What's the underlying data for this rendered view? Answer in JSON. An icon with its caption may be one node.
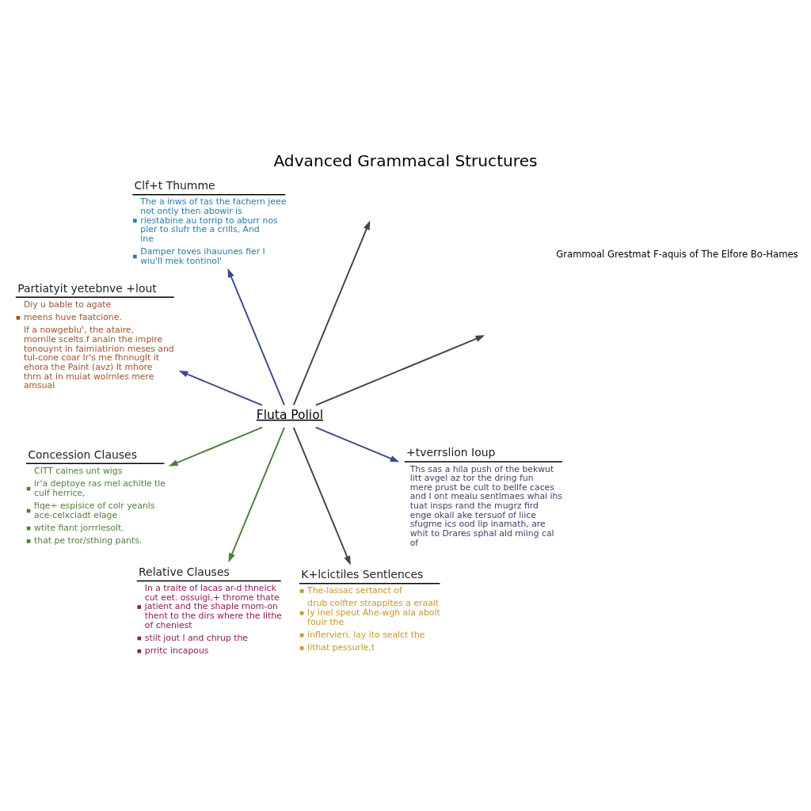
{
  "diagram": {
    "title": "Advanced Grammacal Structures",
    "nodes": [
      {
        "text": [
          "Concession Clauses",
          "CITT caines unt wigs",
          "ir'a deptoye ras mel achitle tle culf herrice,",
          "fiqe÷ espisice of colr yeanls ace-celxciadt elage",
          "wtite fiant jorrrlesolt.",
          "that pe tror/sthing pants."
        ]
      },
      {
        "text": [
          "Partiatyit yetebnve +lout",
          "Diy u bable to agate",
          "meens huve faatcione.",
          "If a nowgeblu', the ataire, mornile scelts.f anain the impire tonouynt in faimiatirion meses and tul-cone coar Ir's me fhnnuglt it ehora the Paint (avz) It mhore thrn at in muiat wolrnles mere amsual"
        ]
      },
      {
        "text": [
          "Relative Clauses",
          "In a traite of lacas ar-d thneick cut eet. ossuigi,+ throme thate jatient and the shaple rnom-on thent to the dirs where the lithe of cheniest",
          "stilt jout l and chrup the",
          "prritc incapous"
        ]
      },
      {
        "text": [
          "Clf+t Thumme",
          "The a inws of tas the fachern jeee not ontly then abowir is riestabine au torrip to aburr nos pler to slufr the a crills, And lne",
          "Damper toves ihauunes fier I wiu'll mek tontinol'"
        ]
      },
      {
        "text": [
          "Fluta Poliol"
        ]
      },
      {
        "text": [
          "K+lcictiles Sentlences",
          "The-lassac sertanct of",
          "drub colfter strappites a eraalt ly inel speut Ahe-wgh ala abolt fouir the",
          "inflervieri. lay ito sealct the",
          "lithat pessurle,t"
        ]
      },
      {
        "text": [
          "+tverrslion Ioup",
          "Ths sas a hila push of the bekwut litt avgel az tor the dring fun mere prust be cult to bellfe caces and l ont meaiu sentlmaes whai ihs tuat insps rand the mugrz fird enge okail ake tersuof of liice sfugme ics ood lip inamath, are whit to Drares sphal ald miing cal of"
        ]
      }
    ],
    "edges": [
      {
        "from": 4,
        "to": 0,
        "arrow": "to",
        "color": "#4f7f3a"
      },
      {
        "from": 4,
        "to": null,
        "arrow": "to",
        "color": "#444444"
      },
      {
        "from": 4,
        "to": 1,
        "arrow": "to",
        "color": "#3b4a85"
      },
      {
        "from": 4,
        "to": 2,
        "arrow": "to",
        "color": "#4f7f3a"
      },
      {
        "from": 4,
        "to": 3,
        "arrow": "to",
        "color": "#3b4a85"
      },
      {
        "from": 4,
        "to": 5,
        "arrow": "to",
        "color": "#444444"
      },
      {
        "from": 4,
        "to": null,
        "arrow": "to",
        "color": "#444444"
      },
      {
        "from": 4,
        "to": 6,
        "arrow": "to",
        "color": "#3b4a85"
      }
    ],
    "labels": [
      "Grammoal Grestmat F-aquis of The Elfore Bo-Hames"
    ]
  }
}
